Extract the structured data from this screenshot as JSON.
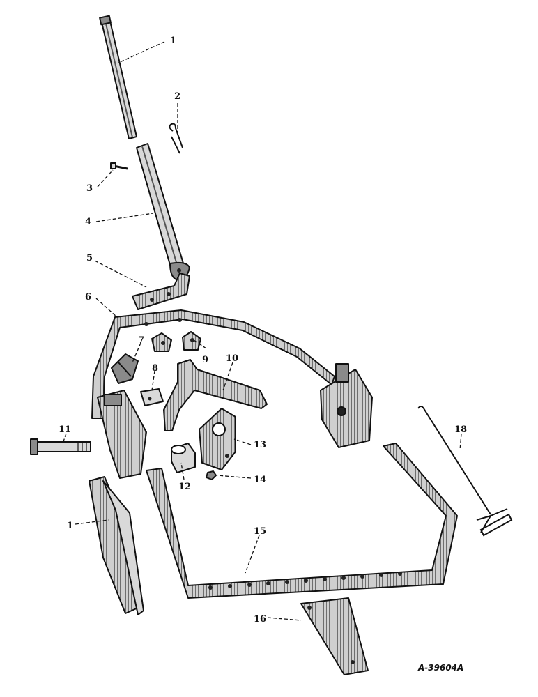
{
  "figure": {
    "reference_code": "A-39604A",
    "callouts": [
      {
        "label": "1"
      },
      {
        "label": "2"
      },
      {
        "label": "3"
      },
      {
        "label": "4"
      },
      {
        "label": "5"
      },
      {
        "label": "6"
      },
      {
        "label": "7"
      },
      {
        "label": "8"
      },
      {
        "label": "9"
      },
      {
        "label": "10"
      },
      {
        "label": "11"
      },
      {
        "label": "12"
      },
      {
        "label": "13"
      },
      {
        "label": "14"
      },
      {
        "label": "15"
      },
      {
        "label": "16"
      },
      {
        "label": "18"
      },
      {
        "label": "1"
      }
    ]
  }
}
